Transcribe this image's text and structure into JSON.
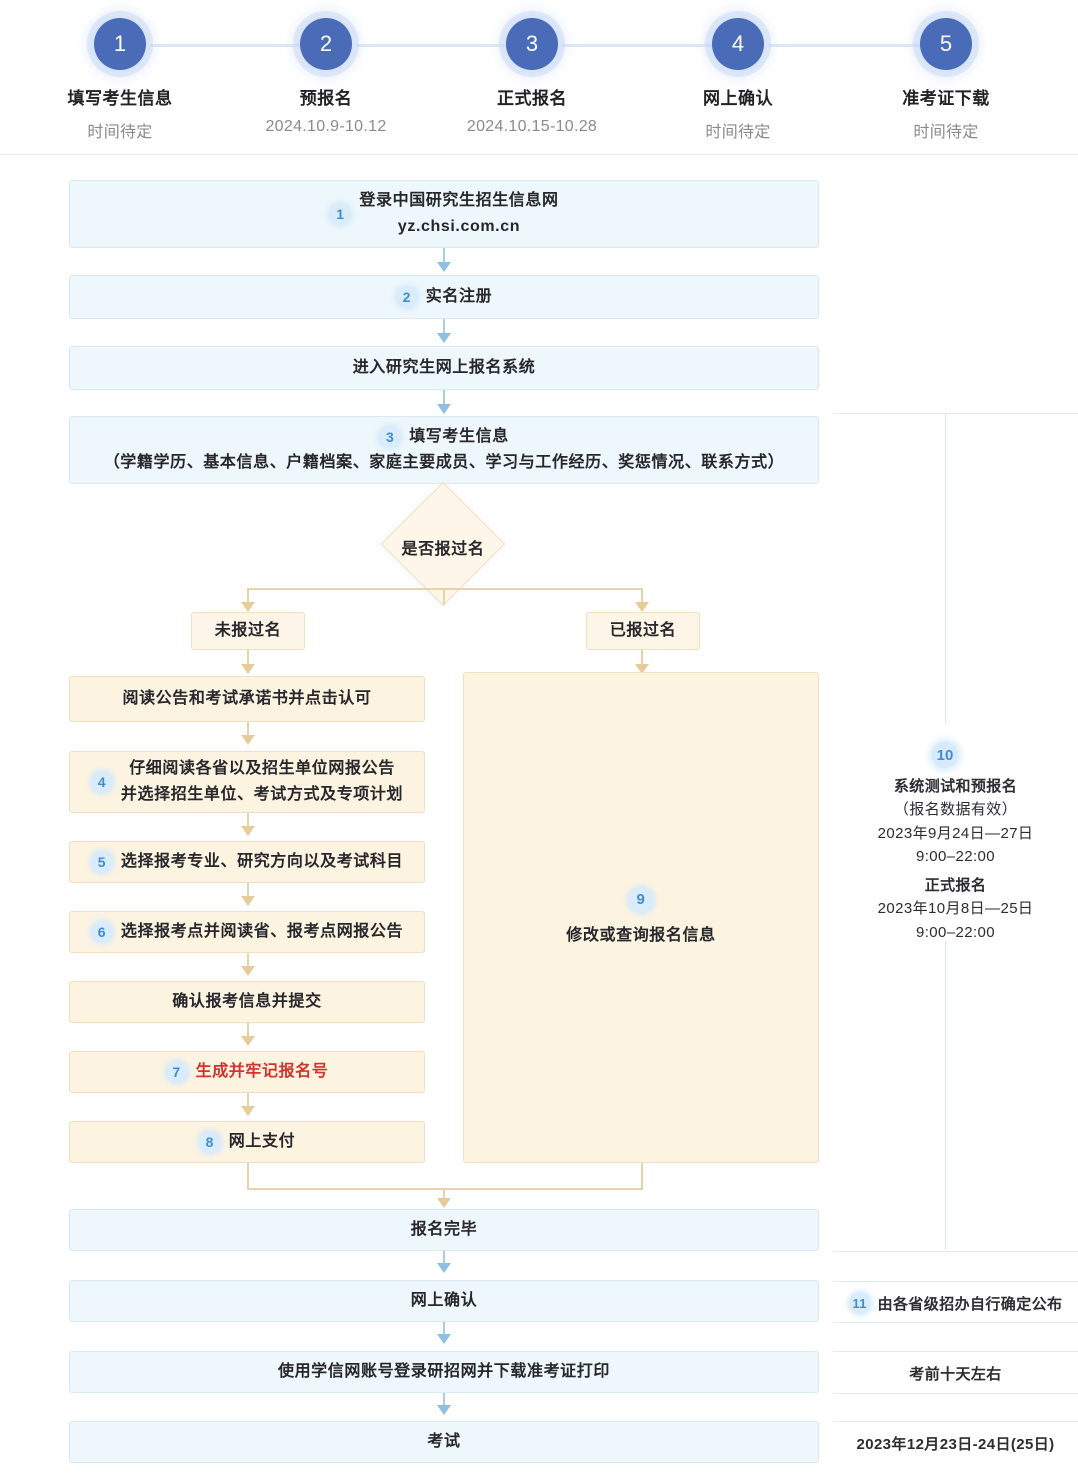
{
  "stepper": {
    "steps": [
      {
        "num": "1",
        "title": "填写考生信息",
        "date": "时间待定"
      },
      {
        "num": "2",
        "title": "预报名",
        "date": "2024.10.9-10.12"
      },
      {
        "num": "3",
        "title": "正式报名",
        "date": "2024.10.15-10.28"
      },
      {
        "num": "4",
        "title": "网上确认",
        "date": "时间待定"
      },
      {
        "num": "5",
        "title": "准考证下载",
        "date": "时间待定"
      }
    ]
  },
  "flow": {
    "n1": "1",
    "node1_line1": "登录中国研究生招生信息网",
    "node1_line2": "yz.chsi.com.cn",
    "n2": "2",
    "node2": "实名注册",
    "node3": "进入研究生网上报名系统",
    "n4": "3",
    "node4_line1": "填写考生信息",
    "node4_line2": "（学籍学历、基本信息、户籍档案、家庭主要成员、学习与工作经历、奖惩情况、联系方式）",
    "decision": "是否报过名",
    "branch_left": "未报过名",
    "branch_right": "已报过名",
    "left_1": "阅读公告和考试承诺书并点击认可",
    "n_left2": "4",
    "left_2_line1": "仔细阅读各省以及招生单位网报公告",
    "left_2_line2": "并选择招生单位、考试方式及专项计划",
    "n_left3": "5",
    "left_3": "选择报考专业、研究方向以及考试科目",
    "n_left4": "6",
    "left_4": "选择报考点并阅读省、报考点网报公告",
    "left_5": "确认报考信息并提交",
    "n_left6": "7",
    "left_6": "生成并牢记报名号",
    "n_left7": "8",
    "left_7": "网上支付",
    "n_right": "9",
    "right_box": "修改或查询报名信息",
    "end_1": "报名完毕",
    "end_2": "网上确认",
    "end_3": "使用学信网账号登录研招网并下载准考证打印",
    "end_4": "考试"
  },
  "annotations": {
    "a10_num": "10",
    "a10_l1": "系统测试和预报名",
    "a10_l2": "（报名数据有效）",
    "a10_l3": "2023年9月24日—27日",
    "a10_l4": "9:00–22:00",
    "a10_l5": "正式报名",
    "a10_l6": "2023年10月8日—25日",
    "a10_l7": "9:00–22:00",
    "a11_num": "11",
    "a11_text": "由各省级招办自行确定公布",
    "a12_text": "考前十天左右",
    "a13_text": "2023年12月23日-24日(25日)"
  },
  "colors": {
    "step_circle": "#4a6cb8",
    "blue_box_bg": "#eef7fb",
    "cream_box_bg": "#fdf3e1",
    "highlight_red": "#d0342c",
    "badge_blue": "#3f8ed0"
  }
}
